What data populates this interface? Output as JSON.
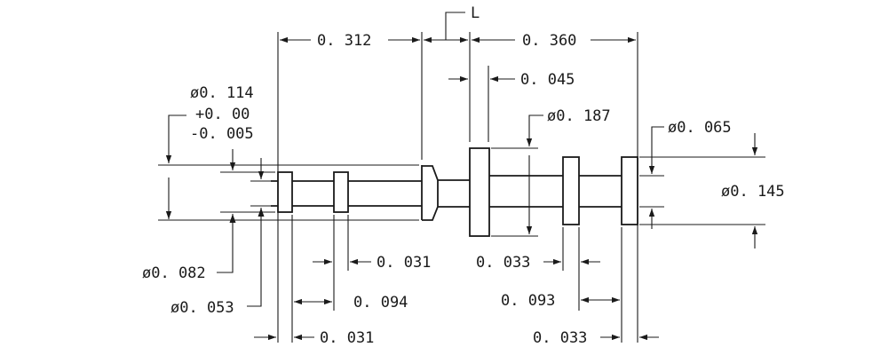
{
  "drawing": {
    "labels": {
      "L": "L",
      "d312": "0. 312",
      "d360": "0. 360",
      "d045": "0. 045",
      "dia114": "ø0. 114",
      "tol_plus": "+0. 00",
      "tol_minus": "-0. 005",
      "dia187": "ø0. 187",
      "dia065": "ø0. 065",
      "dia145": "ø0. 145",
      "dia082": "ø0. 082",
      "dia053": "ø0. 053",
      "d031_top": "0. 031",
      "d094": "0. 094",
      "d031_bottom": "0. 031",
      "d033_top": "0. 033",
      "d093": "0. 093",
      "d033_bottom": "0. 033"
    }
  }
}
